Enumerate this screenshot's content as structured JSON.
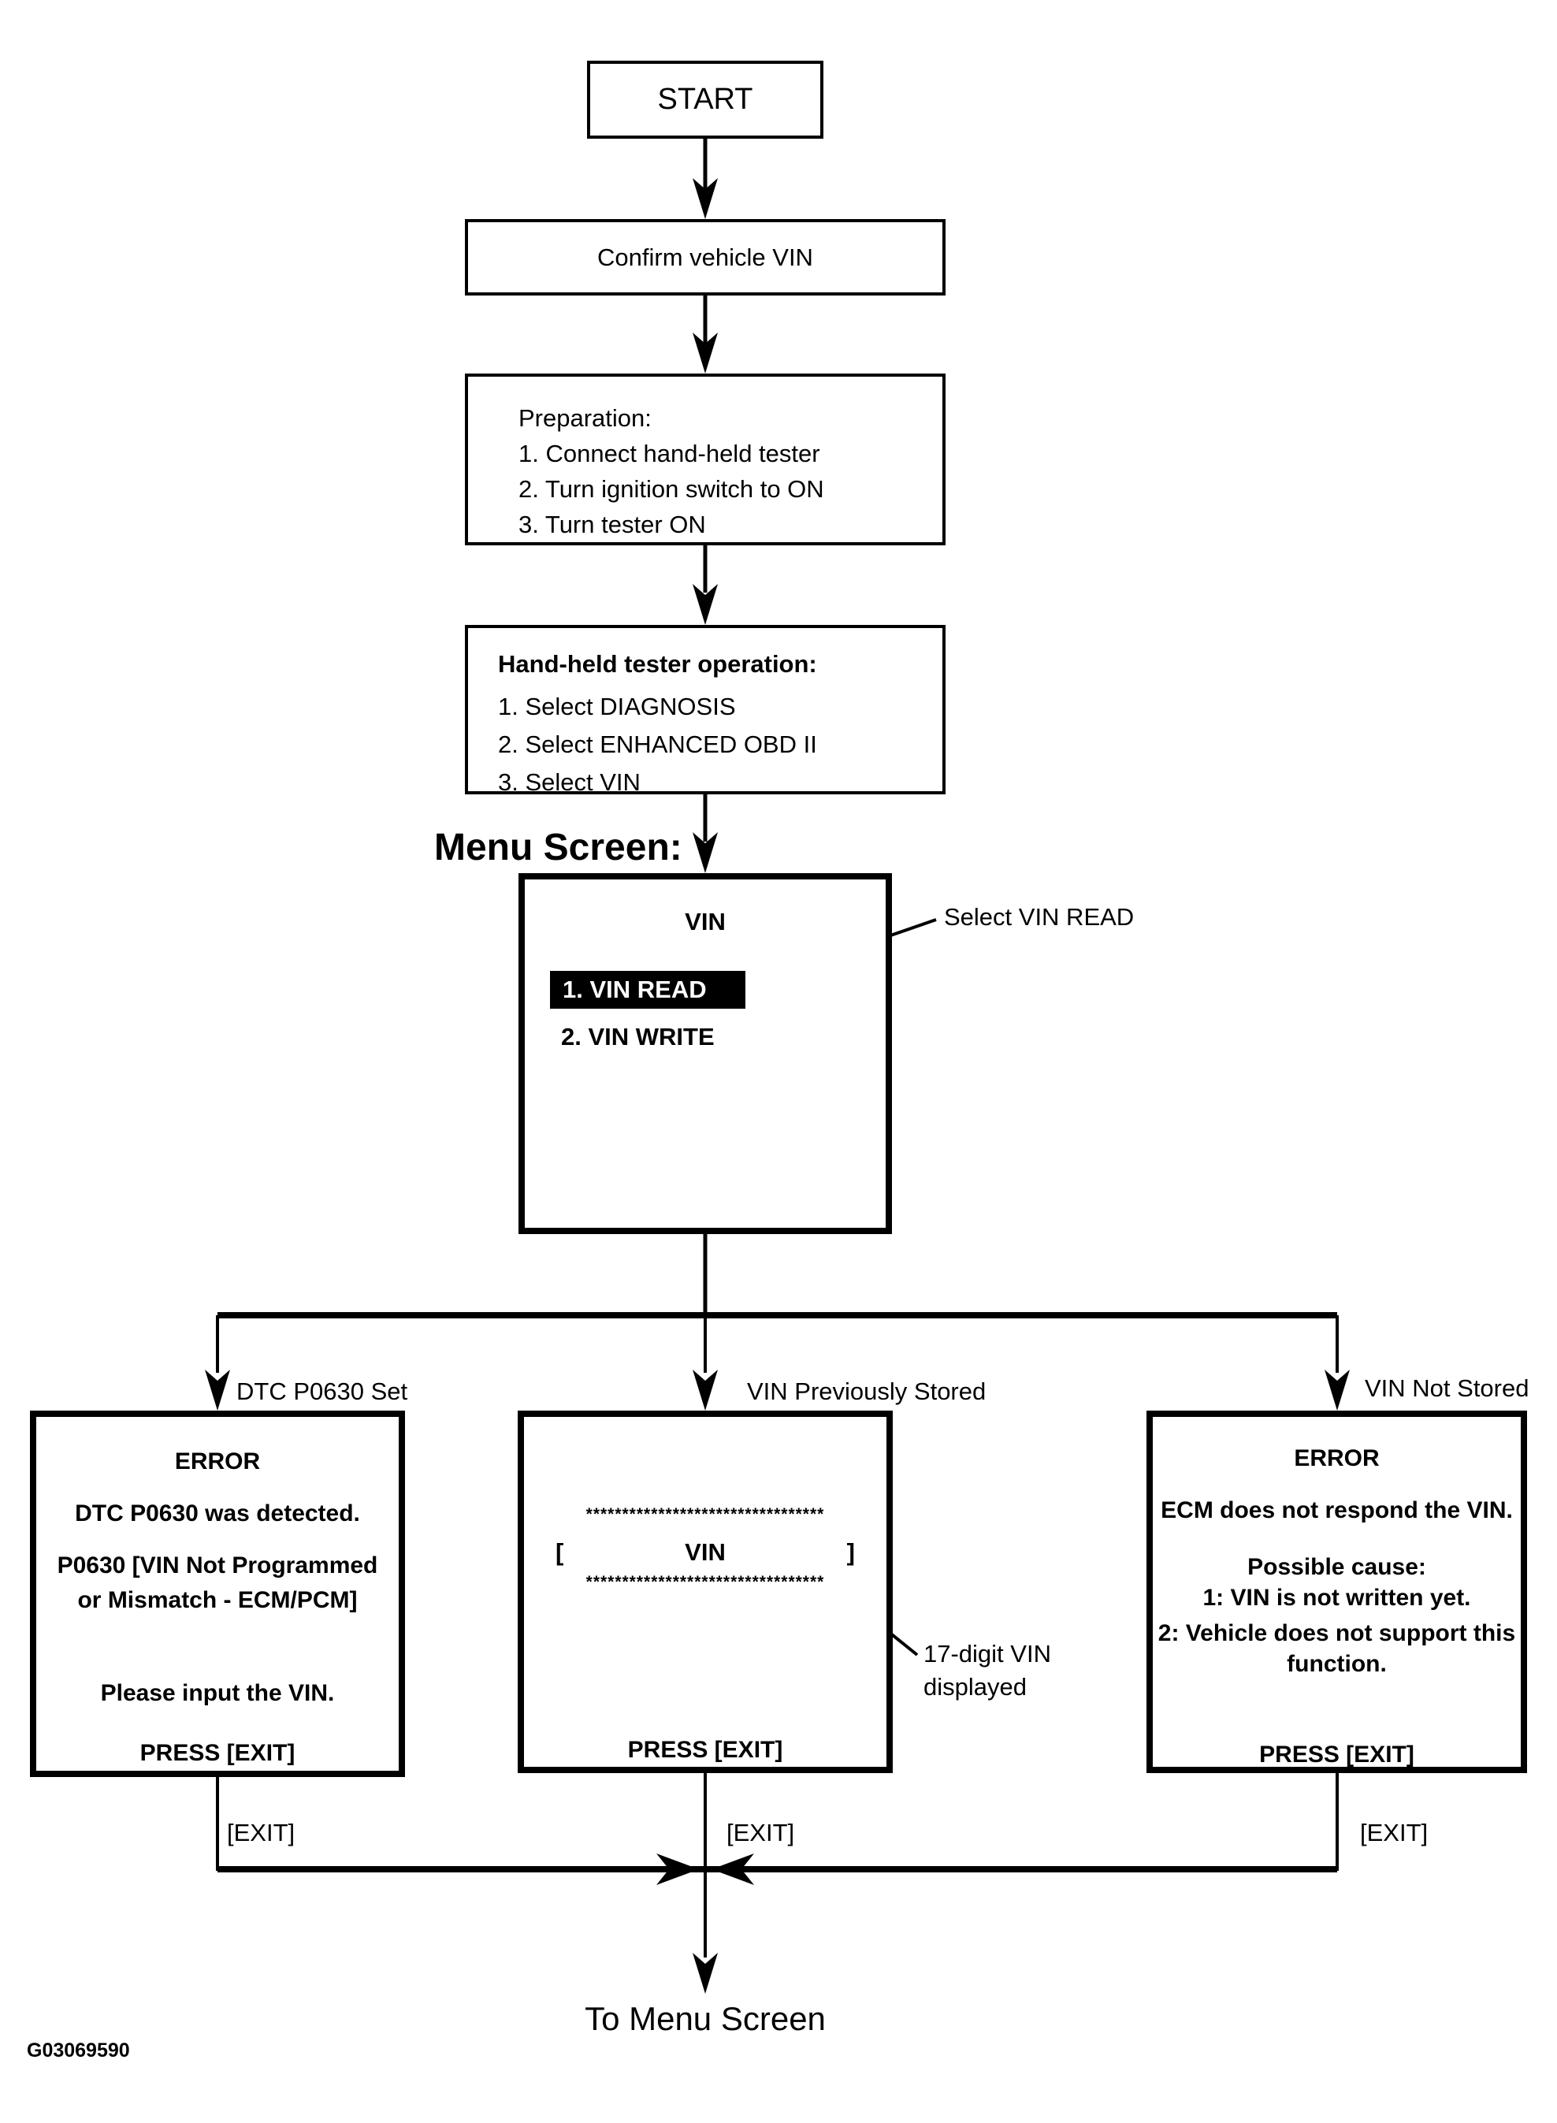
{
  "diagram": {
    "start": "START",
    "confirm": "Confirm vehicle VIN",
    "preparation": {
      "lines": [
        "Preparation:",
        "1. Connect hand-held tester",
        "2. Turn ignition switch to ON",
        "3. Turn tester ON"
      ]
    },
    "tester_operation": {
      "title": "Hand-held tester operation:",
      "lines": [
        "1. Select DIAGNOSIS",
        "2. Select ENHANCED OBD II",
        "3. Select VIN"
      ]
    },
    "menu_screen_label": "Menu Screen:",
    "vin_menu": {
      "title": "VIN",
      "item_read": "1. VIN READ",
      "item_write": "2. VIN WRITE"
    },
    "select_callout": "Select VIN READ",
    "branch_labels": {
      "left": "DTC P0630 Set",
      "middle": "VIN Previously Stored",
      "right": "VIN Not Stored"
    },
    "error_box_left": {
      "title": "ERROR",
      "line1": "DTC P0630 was detected.",
      "line2": "P0630  [VIN Not Programmed",
      "line3": "or Mismatch - ECM/PCM]",
      "line4": "Please input the VIN.",
      "press": "PRESS [EXIT]"
    },
    "vin_display_box": {
      "stars": "*********************************",
      "bracket_open": "[",
      "vin": "VIN",
      "bracket_close": "]",
      "press": "PRESS [EXIT]"
    },
    "vin_callout": {
      "line1": "17-digit VIN",
      "line2": "displayed"
    },
    "error_box_right": {
      "title": "ERROR",
      "line1": "ECM does not respond the VIN.",
      "line2": "Possible cause:",
      "line3": "1: VIN is not written yet.",
      "line4": "2: Vehicle does not support this",
      "line5": "function.",
      "press": "PRESS [EXIT]"
    },
    "exit_labels": {
      "left": "[EXIT]",
      "middle": "[EXIT]",
      "right": "[EXIT]"
    },
    "to_menu": "To Menu Screen",
    "figure_id": "G03069590",
    "colors": {
      "ink": "#000000",
      "paper": "#ffffff",
      "highlight_bg": "#000000",
      "highlight_text": "#ffffff"
    }
  }
}
